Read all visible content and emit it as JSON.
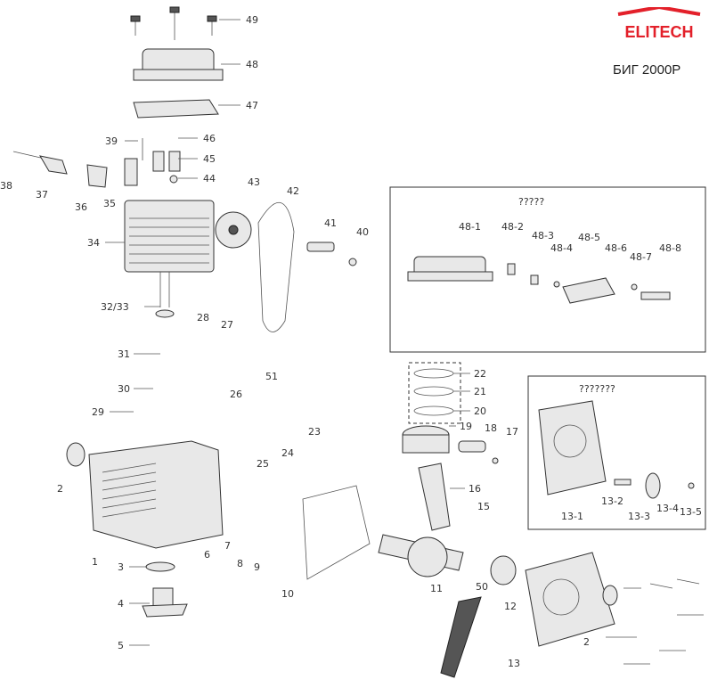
{
  "brand": {
    "name": "ELITECH",
    "accent": "#e3202a"
  },
  "model": "БИГ 2000Р",
  "insets": {
    "valve_cover_title": "?????",
    "crankcase_cover_title": "???????"
  },
  "callouts": [
    "1",
    "2",
    "3",
    "4",
    "5",
    "6",
    "7",
    "8",
    "9",
    "10",
    "11",
    "12",
    "13",
    "15",
    "16",
    "17",
    "18",
    "19",
    "20",
    "21",
    "22",
    "23",
    "24",
    "25",
    "26",
    "27",
    "28",
    "29",
    "30",
    "31",
    "32/33",
    "34",
    "35",
    "36",
    "37",
    "38",
    "39",
    "40",
    "41",
    "42",
    "43",
    "44",
    "45",
    "46",
    "47",
    "48",
    "49",
    "50",
    "51",
    "48-1",
    "48-2",
    "48-3",
    "48-4",
    "48-5",
    "48-6",
    "48-7",
    "48-8",
    "13-1",
    "13-2",
    "13-3",
    "13-4",
    "13-5"
  ]
}
